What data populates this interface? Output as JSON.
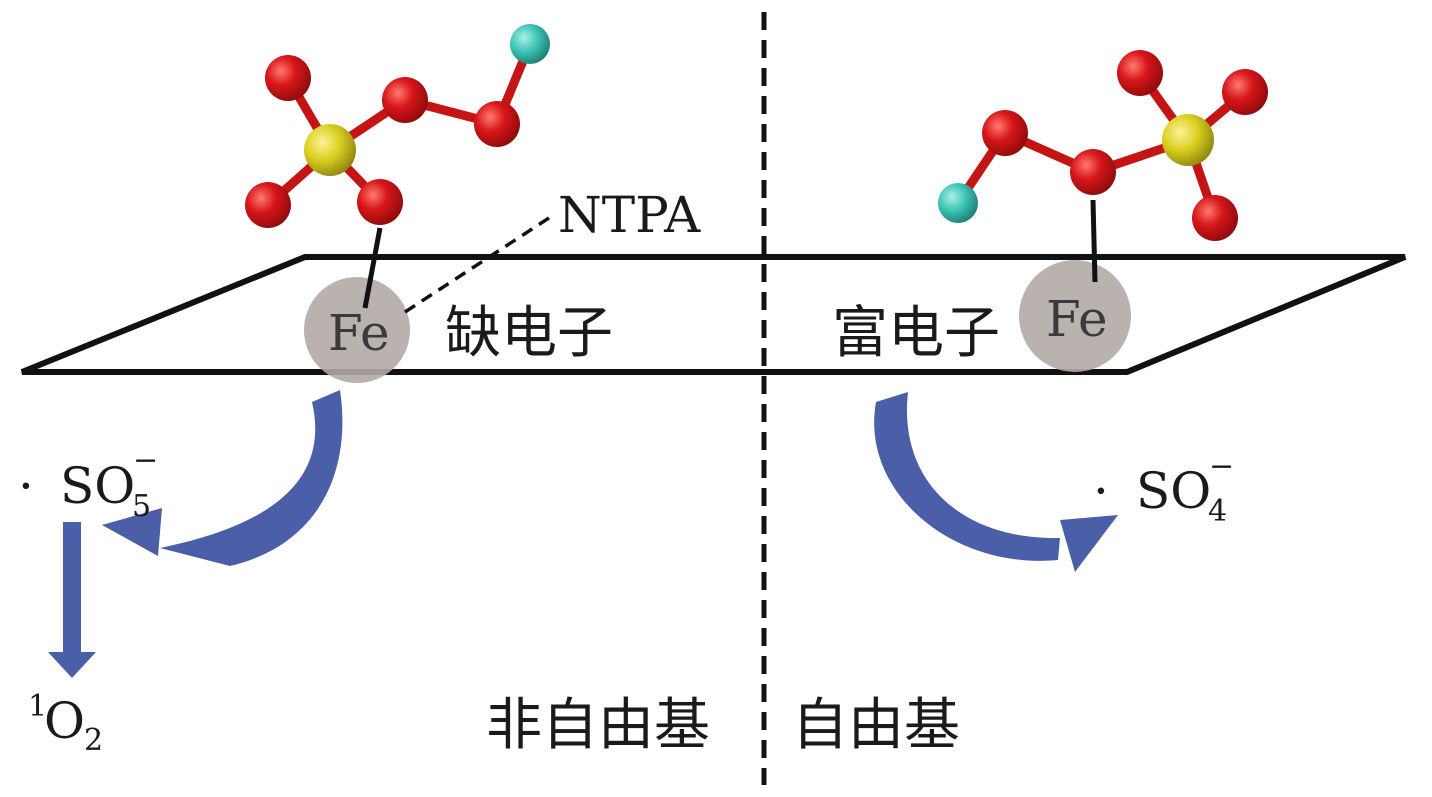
{
  "labels": {
    "ntpa": "NTPA",
    "fe_left": "Fe",
    "fe_right": "Fe",
    "electron_deficient": "缺电子",
    "electron_rich": "富电子",
    "nonradical": "非自由基",
    "radical": "自由基",
    "so5_dot": "·",
    "so5_main": "SO",
    "so5_sub": "5",
    "so5_sup": "−",
    "so4_dot": "·",
    "so4_main": "SO",
    "so4_sub": "4",
    "so4_sup": "−",
    "singlet_sup": "1",
    "singlet_main": "O",
    "singlet_sub": "2"
  },
  "colors": {
    "oxygen": "#d01515",
    "sulfur": "#d9cf1e",
    "hydrogen": "#3cc3b4",
    "arrow": "#4a5fa8",
    "fe_circle": "#b3aaa6",
    "line": "#111111"
  }
}
